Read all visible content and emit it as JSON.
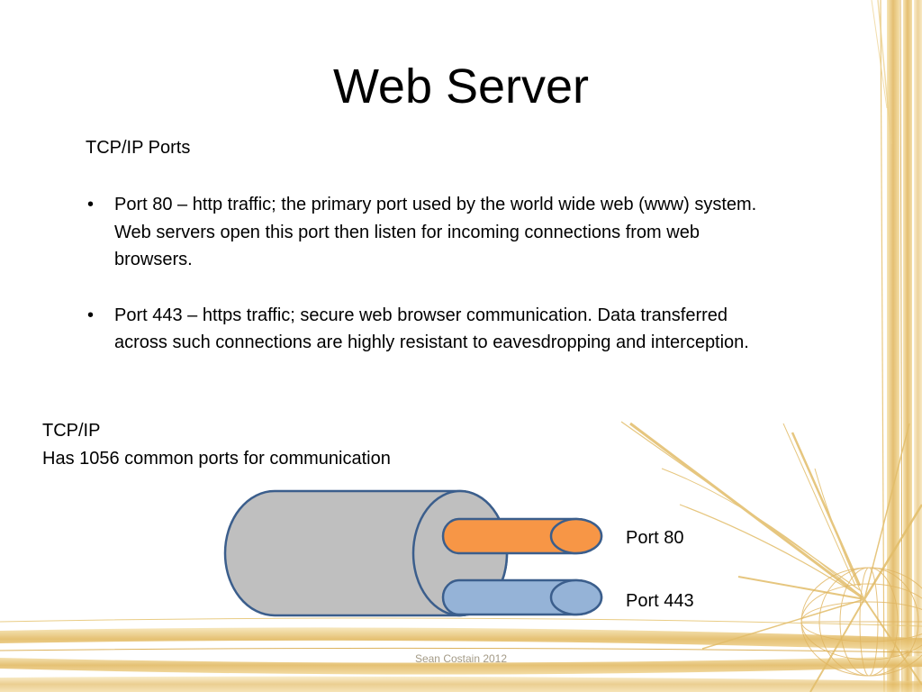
{
  "slide": {
    "title": "Web Server",
    "subheading": "TCP/IP Ports",
    "bullets": [
      {
        "marker": "•",
        "text": "Port 80 – http traffic; the primary port used by the world wide web (www) system. Web servers open this port then listen for incoming connections from web browsers."
      },
      {
        "marker": "•",
        "text": "Port 443 – https traffic; secure web browser communication. Data transferred across such connections are highly resistant to eavesdropping and interception."
      }
    ],
    "note_line1": "TCP/IP",
    "note_line2": "Has 1056 common ports for communication",
    "footer": "Sean Costain 2012"
  },
  "diagram": {
    "port_a_label": "Port 80",
    "port_b_label": "Port 443",
    "colors": {
      "outer_cable": "#bfbfbf",
      "port_80": "#f79646",
      "port_443": "#95b3d7",
      "outline": "#3b5e8c"
    }
  },
  "theme": {
    "decor_color": "#e8c66d"
  }
}
